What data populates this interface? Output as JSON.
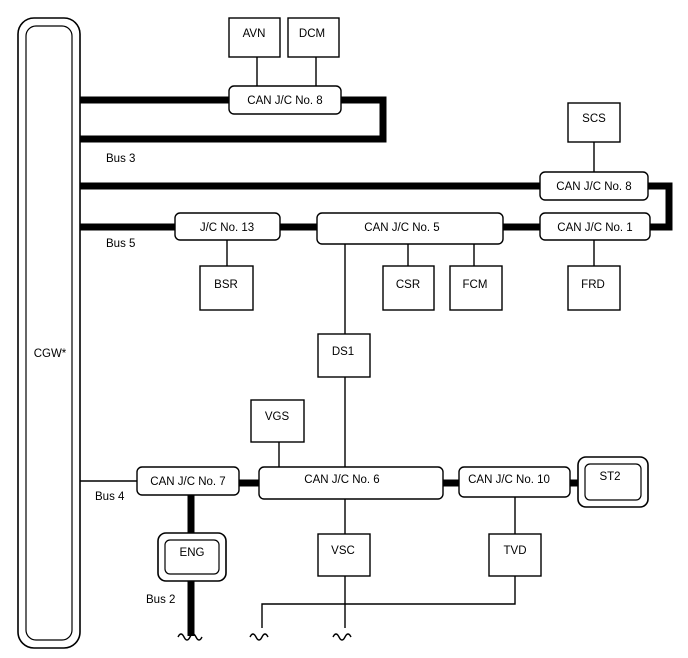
{
  "cgw": {
    "label": "CGW*"
  },
  "buses": {
    "bus3": "Bus 3",
    "bus5": "Bus 5",
    "bus4": "Bus 4",
    "bus2": "Bus 2"
  },
  "junctions": {
    "can_jc_8_top": "CAN J/C No. 8",
    "can_jc_8_right": "CAN J/C No. 8",
    "jc_13": "J/C No. 13",
    "can_jc_5": "CAN J/C No. 5",
    "can_jc_1": "CAN J/C No. 1",
    "can_jc_7": "CAN J/C No. 7",
    "can_jc_6": "CAN J/C No. 6",
    "can_jc_10": "CAN J/C No. 10"
  },
  "ecus": {
    "avn": "AVN",
    "dcm": "DCM",
    "scs": "SCS",
    "bsr": "BSR",
    "csr": "CSR",
    "fcm": "FCM",
    "frd": "FRD",
    "ds1": "DS1",
    "vgs": "VGS",
    "eng": "ENG",
    "vsc": "VSC",
    "tvd": "TVD",
    "st2": "ST2"
  }
}
